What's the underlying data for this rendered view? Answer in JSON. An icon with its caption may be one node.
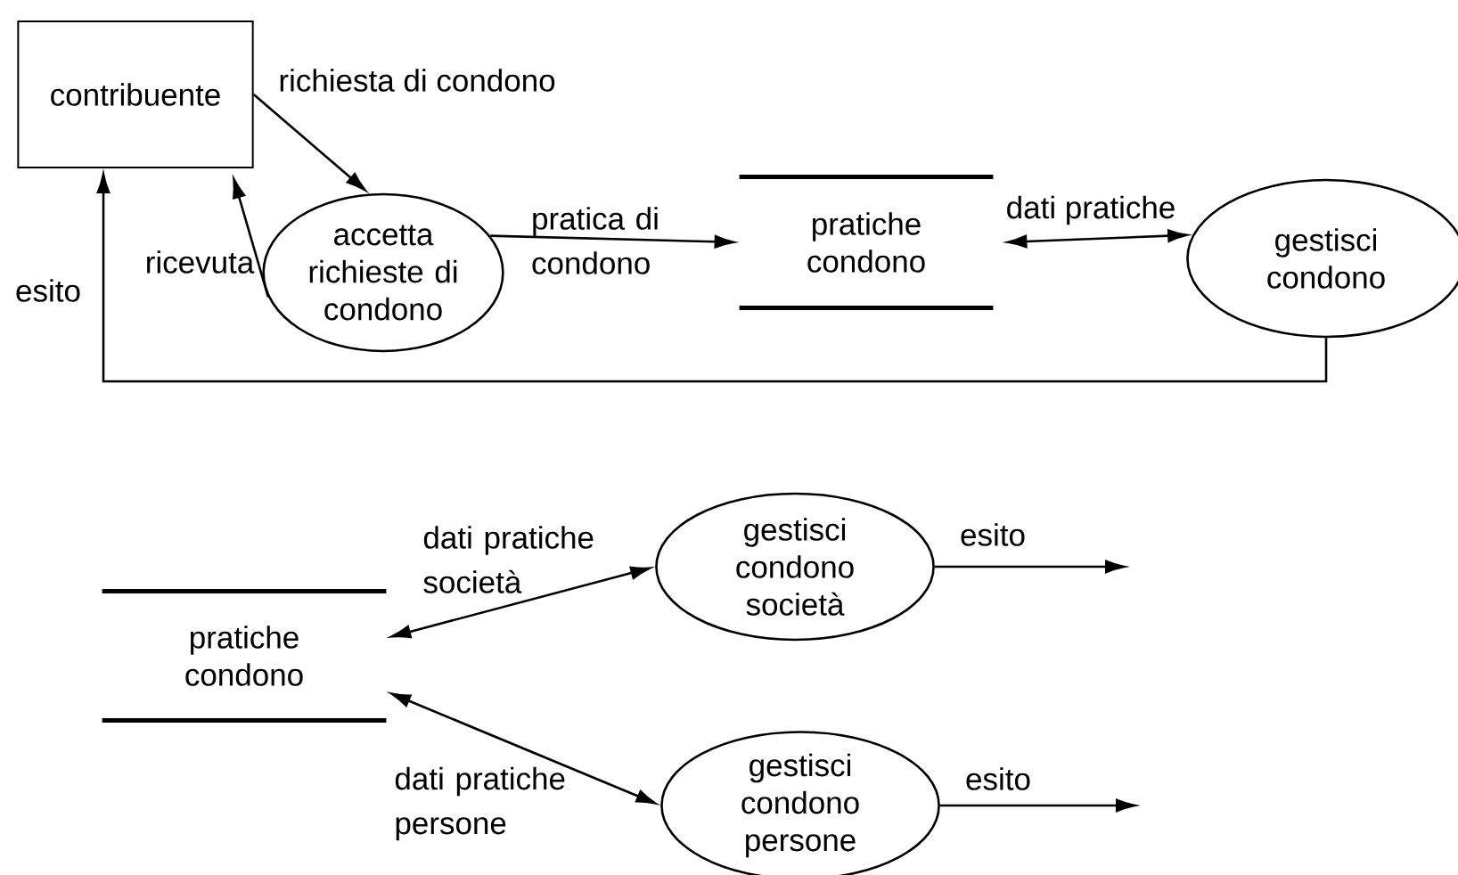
{
  "diagram": {
    "nodes": [
      {
        "text": [
          "contribuente"
        ]
      },
      {
        "text": [
          "accetta richieste di condono"
        ]
      },
      {
        "text": [
          "pratiche condono"
        ]
      },
      {
        "text": [
          "gestisci condono"
        ]
      },
      {
        "text": [
          "pratiche condono"
        ]
      },
      {
        "text": [
          "gestisci condono società"
        ]
      },
      {
        "text": [
          "gestisci condono persone"
        ]
      }
    ],
    "edges": [
      {
        "from": 0,
        "to": 1,
        "arrow": "to",
        "label": "richiesta di condono"
      },
      {
        "from": 1,
        "to": 0,
        "arrow": "to",
        "label": "ricevuta"
      },
      {
        "from": 1,
        "to": 2,
        "arrow": "to",
        "label": "pratica di condono"
      },
      {
        "from": 2,
        "to": 3,
        "arrow": "both",
        "label": "dati pratiche"
      },
      {
        "from": 3,
        "to": 0,
        "arrow": "to",
        "label": "esito"
      },
      {
        "from": 4,
        "to": 5,
        "arrow": "both",
        "label": "dati pratiche società"
      },
      {
        "from": 4,
        "to": 6,
        "arrow": "both",
        "label": "dati pratiche persone"
      },
      {
        "from": 5,
        "to": null,
        "arrow": "to",
        "label": "esito"
      },
      {
        "from": 6,
        "to": null,
        "arrow": "to",
        "label": "esito"
      }
    ]
  }
}
